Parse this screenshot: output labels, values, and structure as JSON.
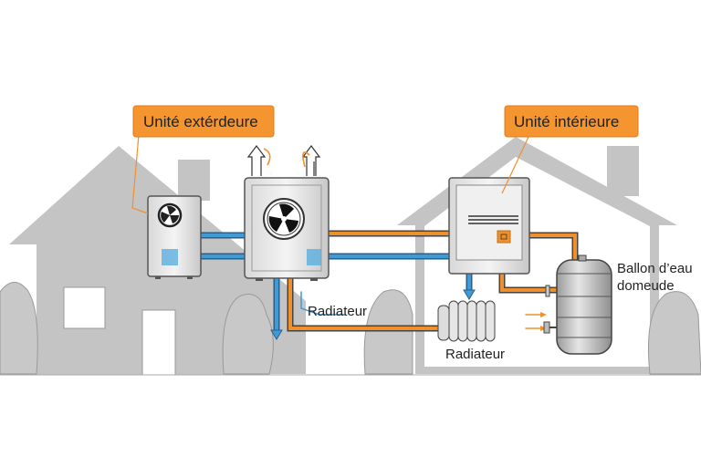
{
  "labels": {
    "outdoor_unit": "Unité extérdeure",
    "indoor_unit": "Unité intérieure",
    "radiator_left": "Radiateur",
    "radiator_right": "Radiateur",
    "tank_line1": "Ballon d’eau",
    "tank_line2": "domeude"
  },
  "colors": {
    "house": "#c4c4c4",
    "orange_pipe": "#f0902c",
    "blue_pipe": "#3f9ad6",
    "label_bg": "#f5952f"
  },
  "icons": [
    "fan-icon",
    "up-arrow-icon",
    "rotation-arrow-icon",
    "radiator-icon",
    "water-tank-icon"
  ]
}
